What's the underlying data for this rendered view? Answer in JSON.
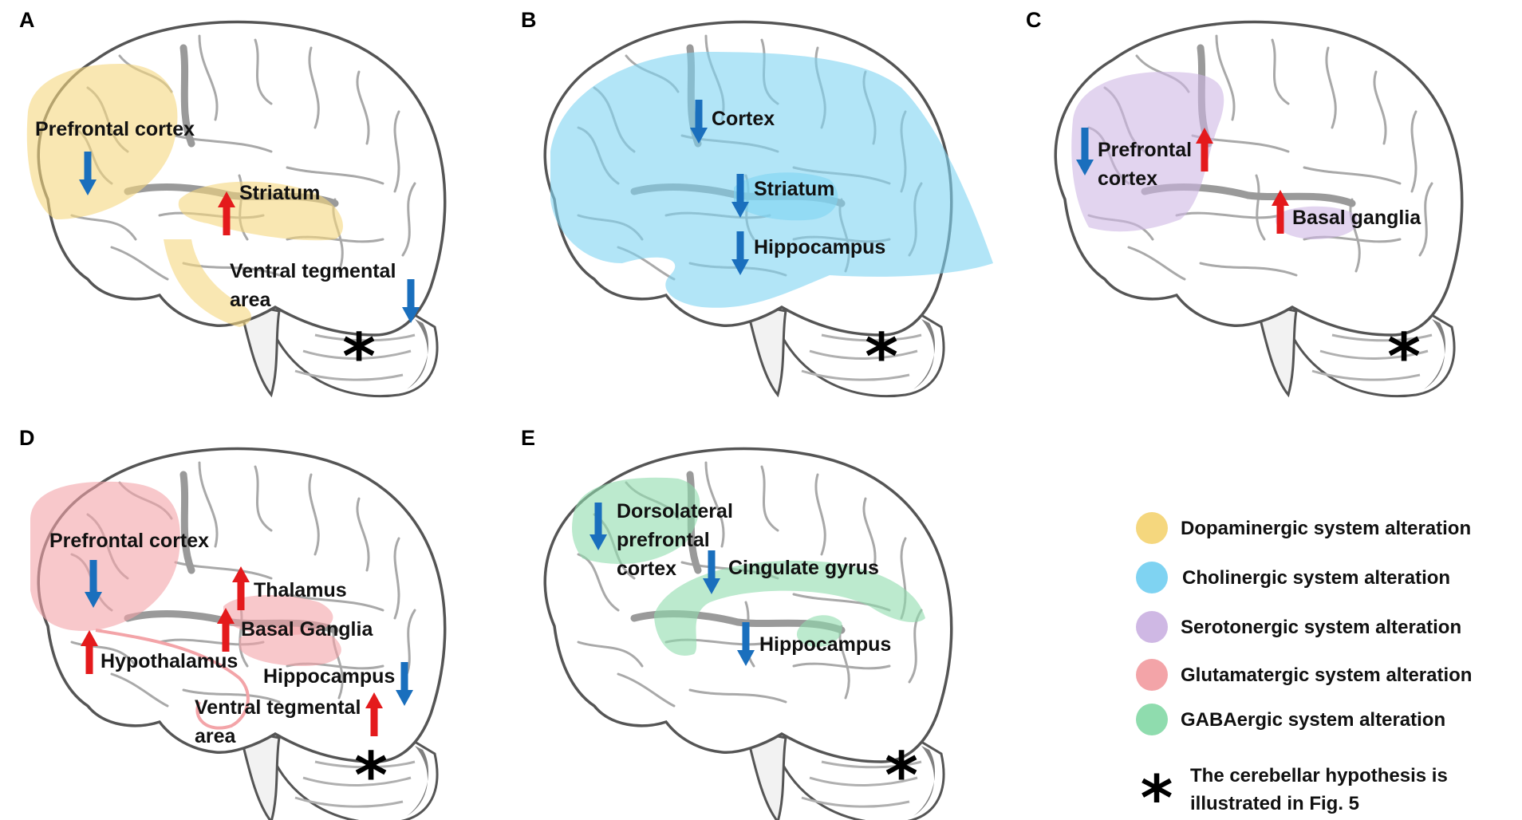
{
  "panels": [
    {
      "letter": "A",
      "region_color": "#f5d77e",
      "labels": [
        {
          "id": "a-pfc",
          "lines": [
            "Prefrontal cortex"
          ]
        },
        {
          "id": "a-striatum",
          "lines": [
            "Striatum"
          ]
        },
        {
          "id": "a-vta",
          "lines": [
            "Ventral tegmental",
            "area"
          ]
        }
      ],
      "arrows": [
        {
          "id": "a-arrow-pfc",
          "direction": "down",
          "color": "#1a6fbd"
        },
        {
          "id": "a-arrow-striatum",
          "direction": "up",
          "color": "#e41a1c"
        },
        {
          "id": "a-arrow-vta",
          "direction": "down",
          "color": "#1a6fbd"
        }
      ]
    },
    {
      "letter": "B",
      "region_color": "#7fd3f2",
      "labels": [
        {
          "id": "b-cortex",
          "lines": [
            "Cortex"
          ]
        },
        {
          "id": "b-striatum",
          "lines": [
            "Striatum"
          ]
        },
        {
          "id": "b-hippocampus",
          "lines": [
            "Hippocampus"
          ]
        }
      ],
      "arrows": [
        {
          "id": "b-arrow-cortex",
          "direction": "down",
          "color": "#1a6fbd"
        },
        {
          "id": "b-arrow-striatum",
          "direction": "down",
          "color": "#1a6fbd"
        },
        {
          "id": "b-arrow-hippocampus",
          "direction": "down",
          "color": "#1a6fbd"
        }
      ]
    },
    {
      "letter": "C",
      "region_color": "#cfb8e4",
      "labels": [
        {
          "id": "c-pfc",
          "lines": [
            "Prefrontal",
            "cortex"
          ]
        },
        {
          "id": "c-basal",
          "lines": [
            "Basal ganglia"
          ]
        }
      ],
      "arrows": [
        {
          "id": "c-arrow-pfc-down",
          "direction": "down",
          "color": "#1a6fbd"
        },
        {
          "id": "c-arrow-pfc-up",
          "direction": "up",
          "color": "#e41a1c"
        },
        {
          "id": "c-arrow-basal",
          "direction": "up",
          "color": "#e41a1c"
        }
      ]
    },
    {
      "letter": "D",
      "region_color": "#f3a4a8",
      "labels": [
        {
          "id": "d-pfc",
          "lines": [
            "Prefrontal cortex"
          ]
        },
        {
          "id": "d-thalamus",
          "lines": [
            "Thalamus"
          ]
        },
        {
          "id": "d-basal",
          "lines": [
            "Basal Ganglia"
          ]
        },
        {
          "id": "d-hypothalamus",
          "lines": [
            "Hypothalamus"
          ]
        },
        {
          "id": "d-hippocampus",
          "lines": [
            "Hippocampus"
          ]
        },
        {
          "id": "d-vta",
          "lines": [
            "Ventral tegmental",
            "area"
          ]
        }
      ],
      "arrows": [
        {
          "id": "d-arrow-pfc",
          "direction": "down",
          "color": "#1a6fbd"
        },
        {
          "id": "d-arrow-thalamus",
          "direction": "up",
          "color": "#e41a1c"
        },
        {
          "id": "d-arrow-basal",
          "direction": "up",
          "color": "#e41a1c"
        },
        {
          "id": "d-arrow-hypothalamus",
          "direction": "up",
          "color": "#e41a1c"
        },
        {
          "id": "d-arrow-hippocampus",
          "direction": "down",
          "color": "#1a6fbd"
        },
        {
          "id": "d-arrow-vta",
          "direction": "up",
          "color": "#e41a1c"
        }
      ]
    },
    {
      "letter": "E",
      "region_color": "#8fdcae",
      "labels": [
        {
          "id": "e-dlpfc",
          "lines": [
            "Dorsolateral",
            "prefrontal",
            "cortex"
          ]
        },
        {
          "id": "e-cingulate",
          "lines": [
            "Cingulate gyrus"
          ]
        },
        {
          "id": "e-hippocampus",
          "lines": [
            "Hippocampus"
          ]
        }
      ],
      "arrows": [
        {
          "id": "e-arrow-dlpfc",
          "direction": "down",
          "color": "#1a6fbd"
        },
        {
          "id": "e-arrow-cingulate",
          "direction": "down",
          "color": "#1a6fbd"
        },
        {
          "id": "e-arrow-hippocampus",
          "direction": "down",
          "color": "#1a6fbd"
        }
      ]
    }
  ],
  "star_symbol": "*",
  "legend": {
    "items": [
      {
        "label": "Dopaminergic system alteration",
        "color": "#f5d77e"
      },
      {
        "label": "Cholinergic system alteration",
        "color": "#7fd3f2"
      },
      {
        "label": "Serotonergic system alteration",
        "color": "#cfb8e4"
      },
      {
        "label": "Glutamatergic system alteration",
        "color": "#f3a4a8"
      },
      {
        "label": "GABAergic system alteration",
        "color": "#8fdcae"
      }
    ],
    "note_lines": [
      "The cerebellar hypothesis is",
      "illustrated in Fig. 5"
    ]
  }
}
